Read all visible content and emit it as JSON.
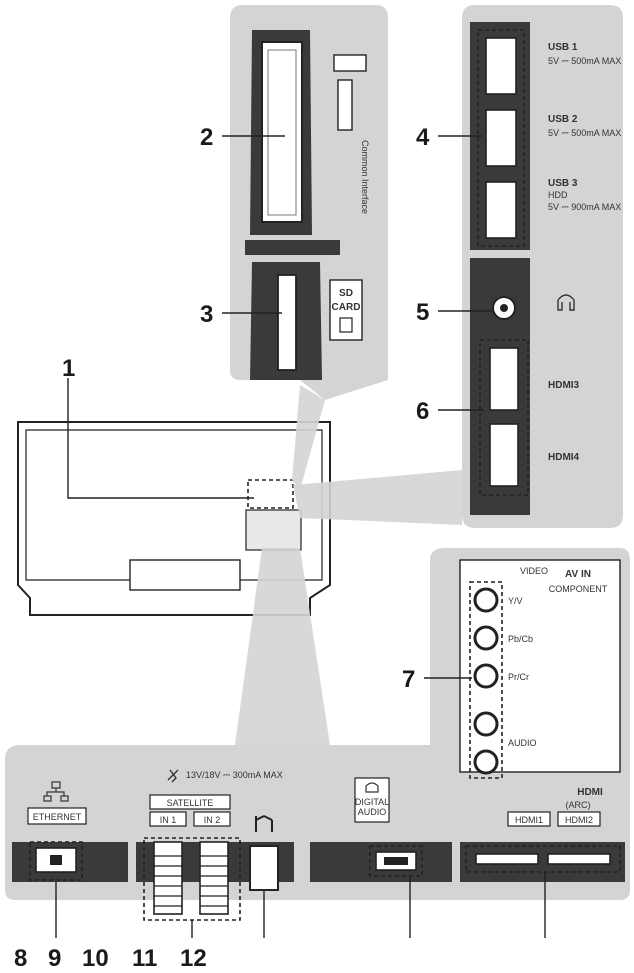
{
  "callouts": {
    "n1": "1",
    "n2": "2",
    "n3": "3",
    "n4": "4",
    "n5": "5",
    "n6": "6",
    "n7": "7",
    "n8": "8",
    "n9": "9",
    "n10": "10",
    "n11": "11",
    "n12": "12"
  },
  "labels": {
    "usb1": "USB 1",
    "usb1_spec": "5V ⎓ 500mA MAX",
    "usb2": "USB 2",
    "usb2_spec": "5V ⎓ 500mA MAX",
    "usb3": "USB 3",
    "usb3_spec": "5V ⎓ 900mA MAX",
    "usb3_sub": "HDD",
    "common_interface": "Common Interface",
    "sd_card_1": "SD",
    "sd_card_2": "CARD",
    "hdmi3": "HDMI3",
    "hdmi4": "HDMI4",
    "av_in": "AV IN",
    "component": "COMPONENT",
    "video": "VIDEO",
    "yv": "Y/V",
    "pbcb": "Pb/Cb",
    "prcr": "Pr/Cr",
    "audio": "AUDIO",
    "ethernet": "ETHERNET",
    "satellite": "SATELLITE",
    "sat_spec": "13V/18V ⎓ 300mA MAX",
    "in1": "IN 1",
    "in2": "IN 2",
    "digital_audio_1": "DIGITAL",
    "digital_audio_2": "AUDIO",
    "hdmi_logo": "HDMI",
    "hdmi1": "HDMI1",
    "arc": "(ARC)",
    "hdmi2": "HDMI2"
  },
  "colors": {
    "panel": "#d4d4d4",
    "outline": "#222222"
  }
}
